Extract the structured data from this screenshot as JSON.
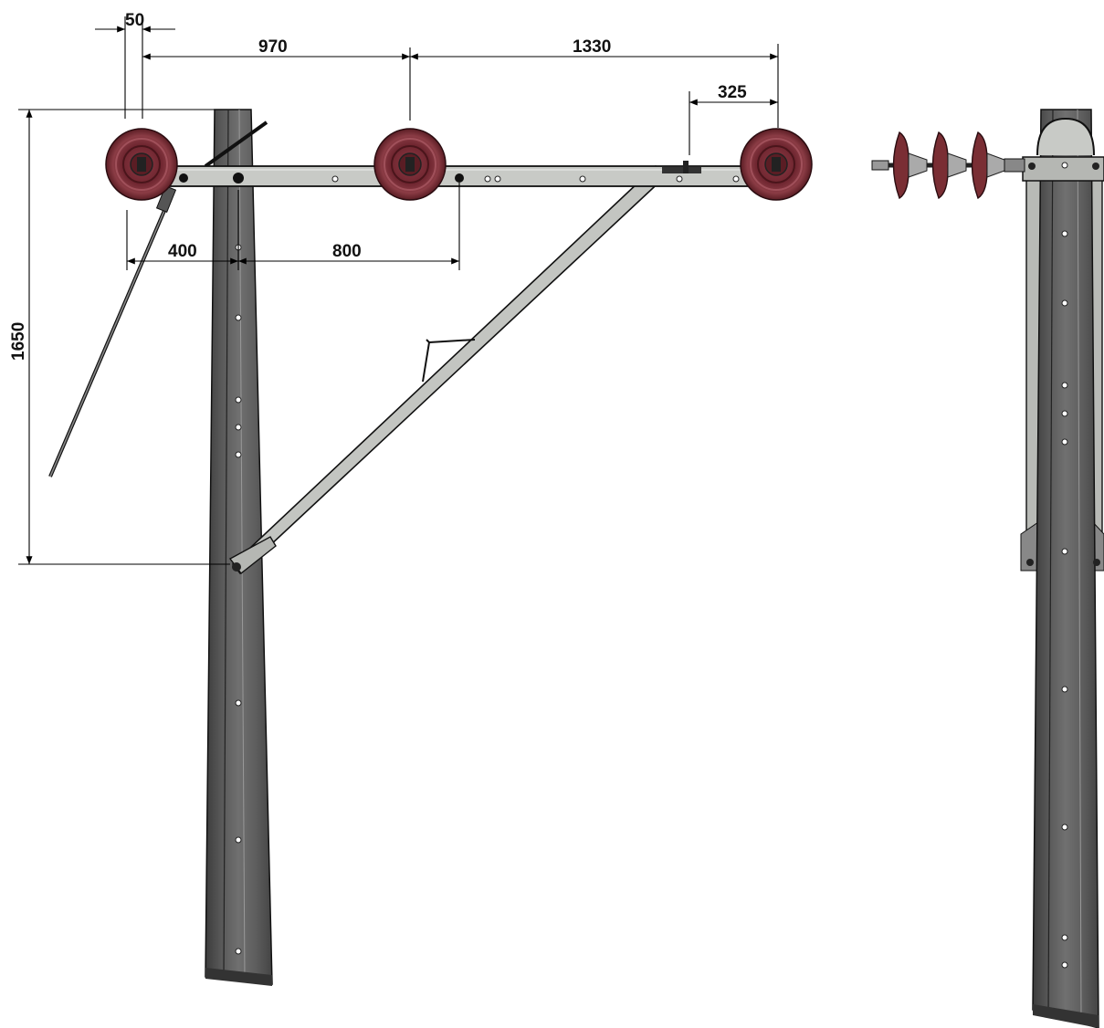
{
  "dimensions": {
    "d50": "50",
    "d970": "970",
    "d1330": "1330",
    "d325": "325",
    "d400": "400",
    "d800": "800",
    "d1650": "1650"
  },
  "colors": {
    "pole_dark": "#4a4a4a",
    "pole_mid": "#6e6e6e",
    "pole_light": "#8a8a8a",
    "crossarm": "#c8cac6",
    "insulator": "#7a2e34",
    "insulator_light": "#a0505a",
    "outline": "#111111"
  },
  "icons": {
    "disc_insulator": "disc-insulator-icon",
    "insulator_string": "suspension-insulator-string-icon"
  }
}
